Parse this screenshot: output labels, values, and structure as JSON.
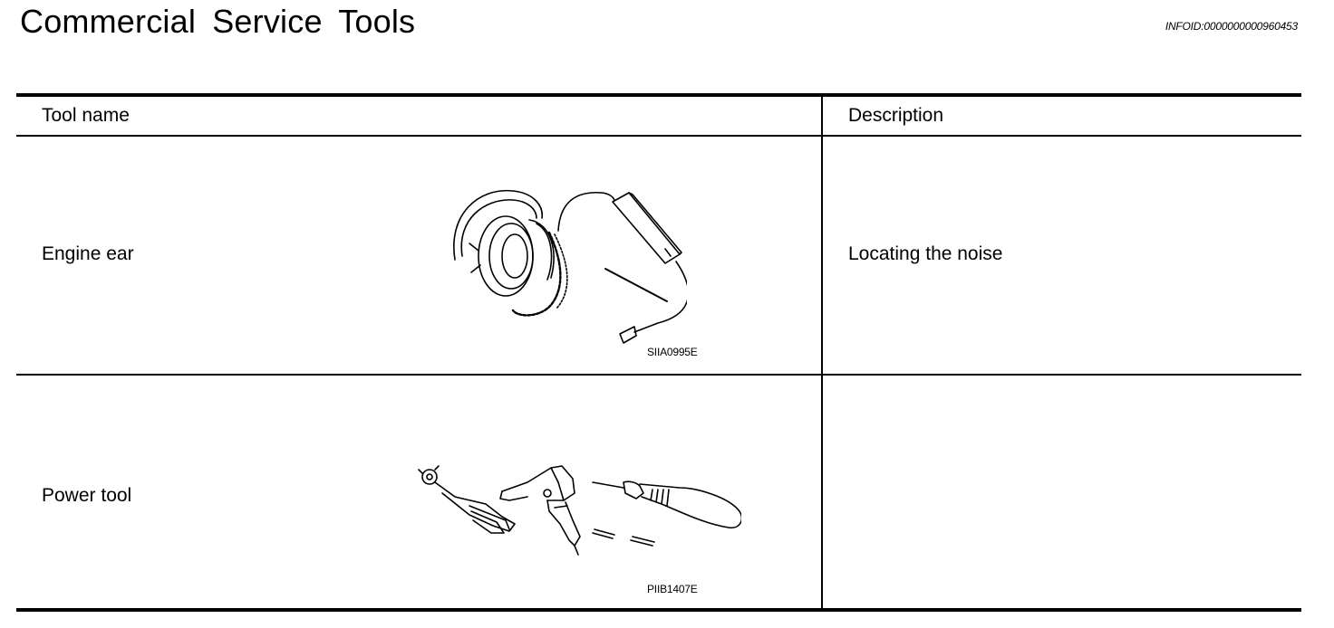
{
  "header": {
    "title": "Commercial Service Tools",
    "info_id": "INFOID:0000000000960453"
  },
  "table": {
    "columns": [
      "Tool name",
      "Description"
    ],
    "rows": [
      {
        "name": "Engine ear",
        "description": "Locating the noise",
        "figure_code": "SIIA0995E",
        "figure_icon": "engine-ear-headphones-icon"
      },
      {
        "name": "Power tool",
        "description": "",
        "figure_code": "PIIB1407E",
        "figure_icon": "power-tools-icon"
      }
    ]
  }
}
